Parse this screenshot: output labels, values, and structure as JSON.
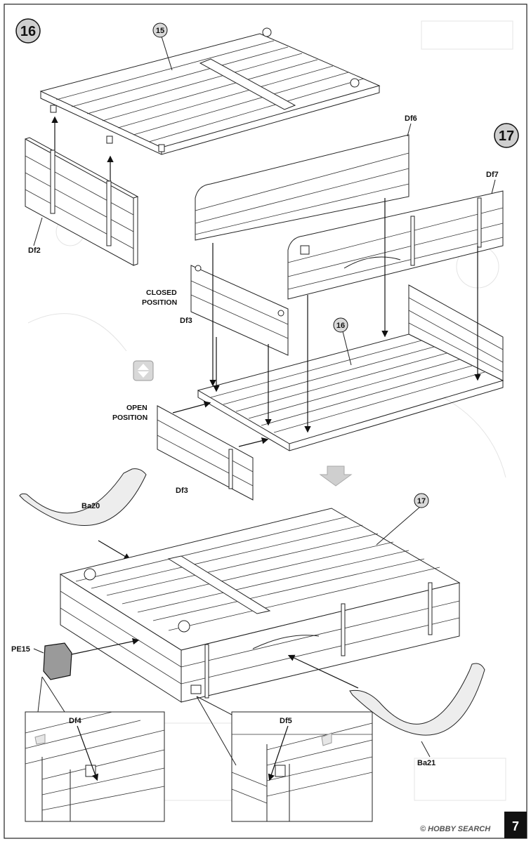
{
  "steps": {
    "step16": "16",
    "step17": "17"
  },
  "callouts": {
    "c15": "15",
    "c16": "16",
    "c17": "17"
  },
  "parts": {
    "df2": "Df2",
    "df6": "Df6",
    "df7": "Df7",
    "df3_closed": "Df3",
    "df3_open": "Df3",
    "ba20": "Ba20",
    "ba21": "Ba21",
    "pe15": "PE15",
    "df4": "Df4",
    "df5": "Df5"
  },
  "positions": {
    "closed_line1": "CLOSED",
    "closed_line2": "POSITION",
    "open_line1": "OPEN",
    "open_line2": "POSITION"
  },
  "footer": {
    "watermark": "© HOBBY SEARCH",
    "page_number": "7"
  },
  "icons": {
    "flip": "flip-arrow-icon",
    "next": "next-step-arrow-icon"
  }
}
